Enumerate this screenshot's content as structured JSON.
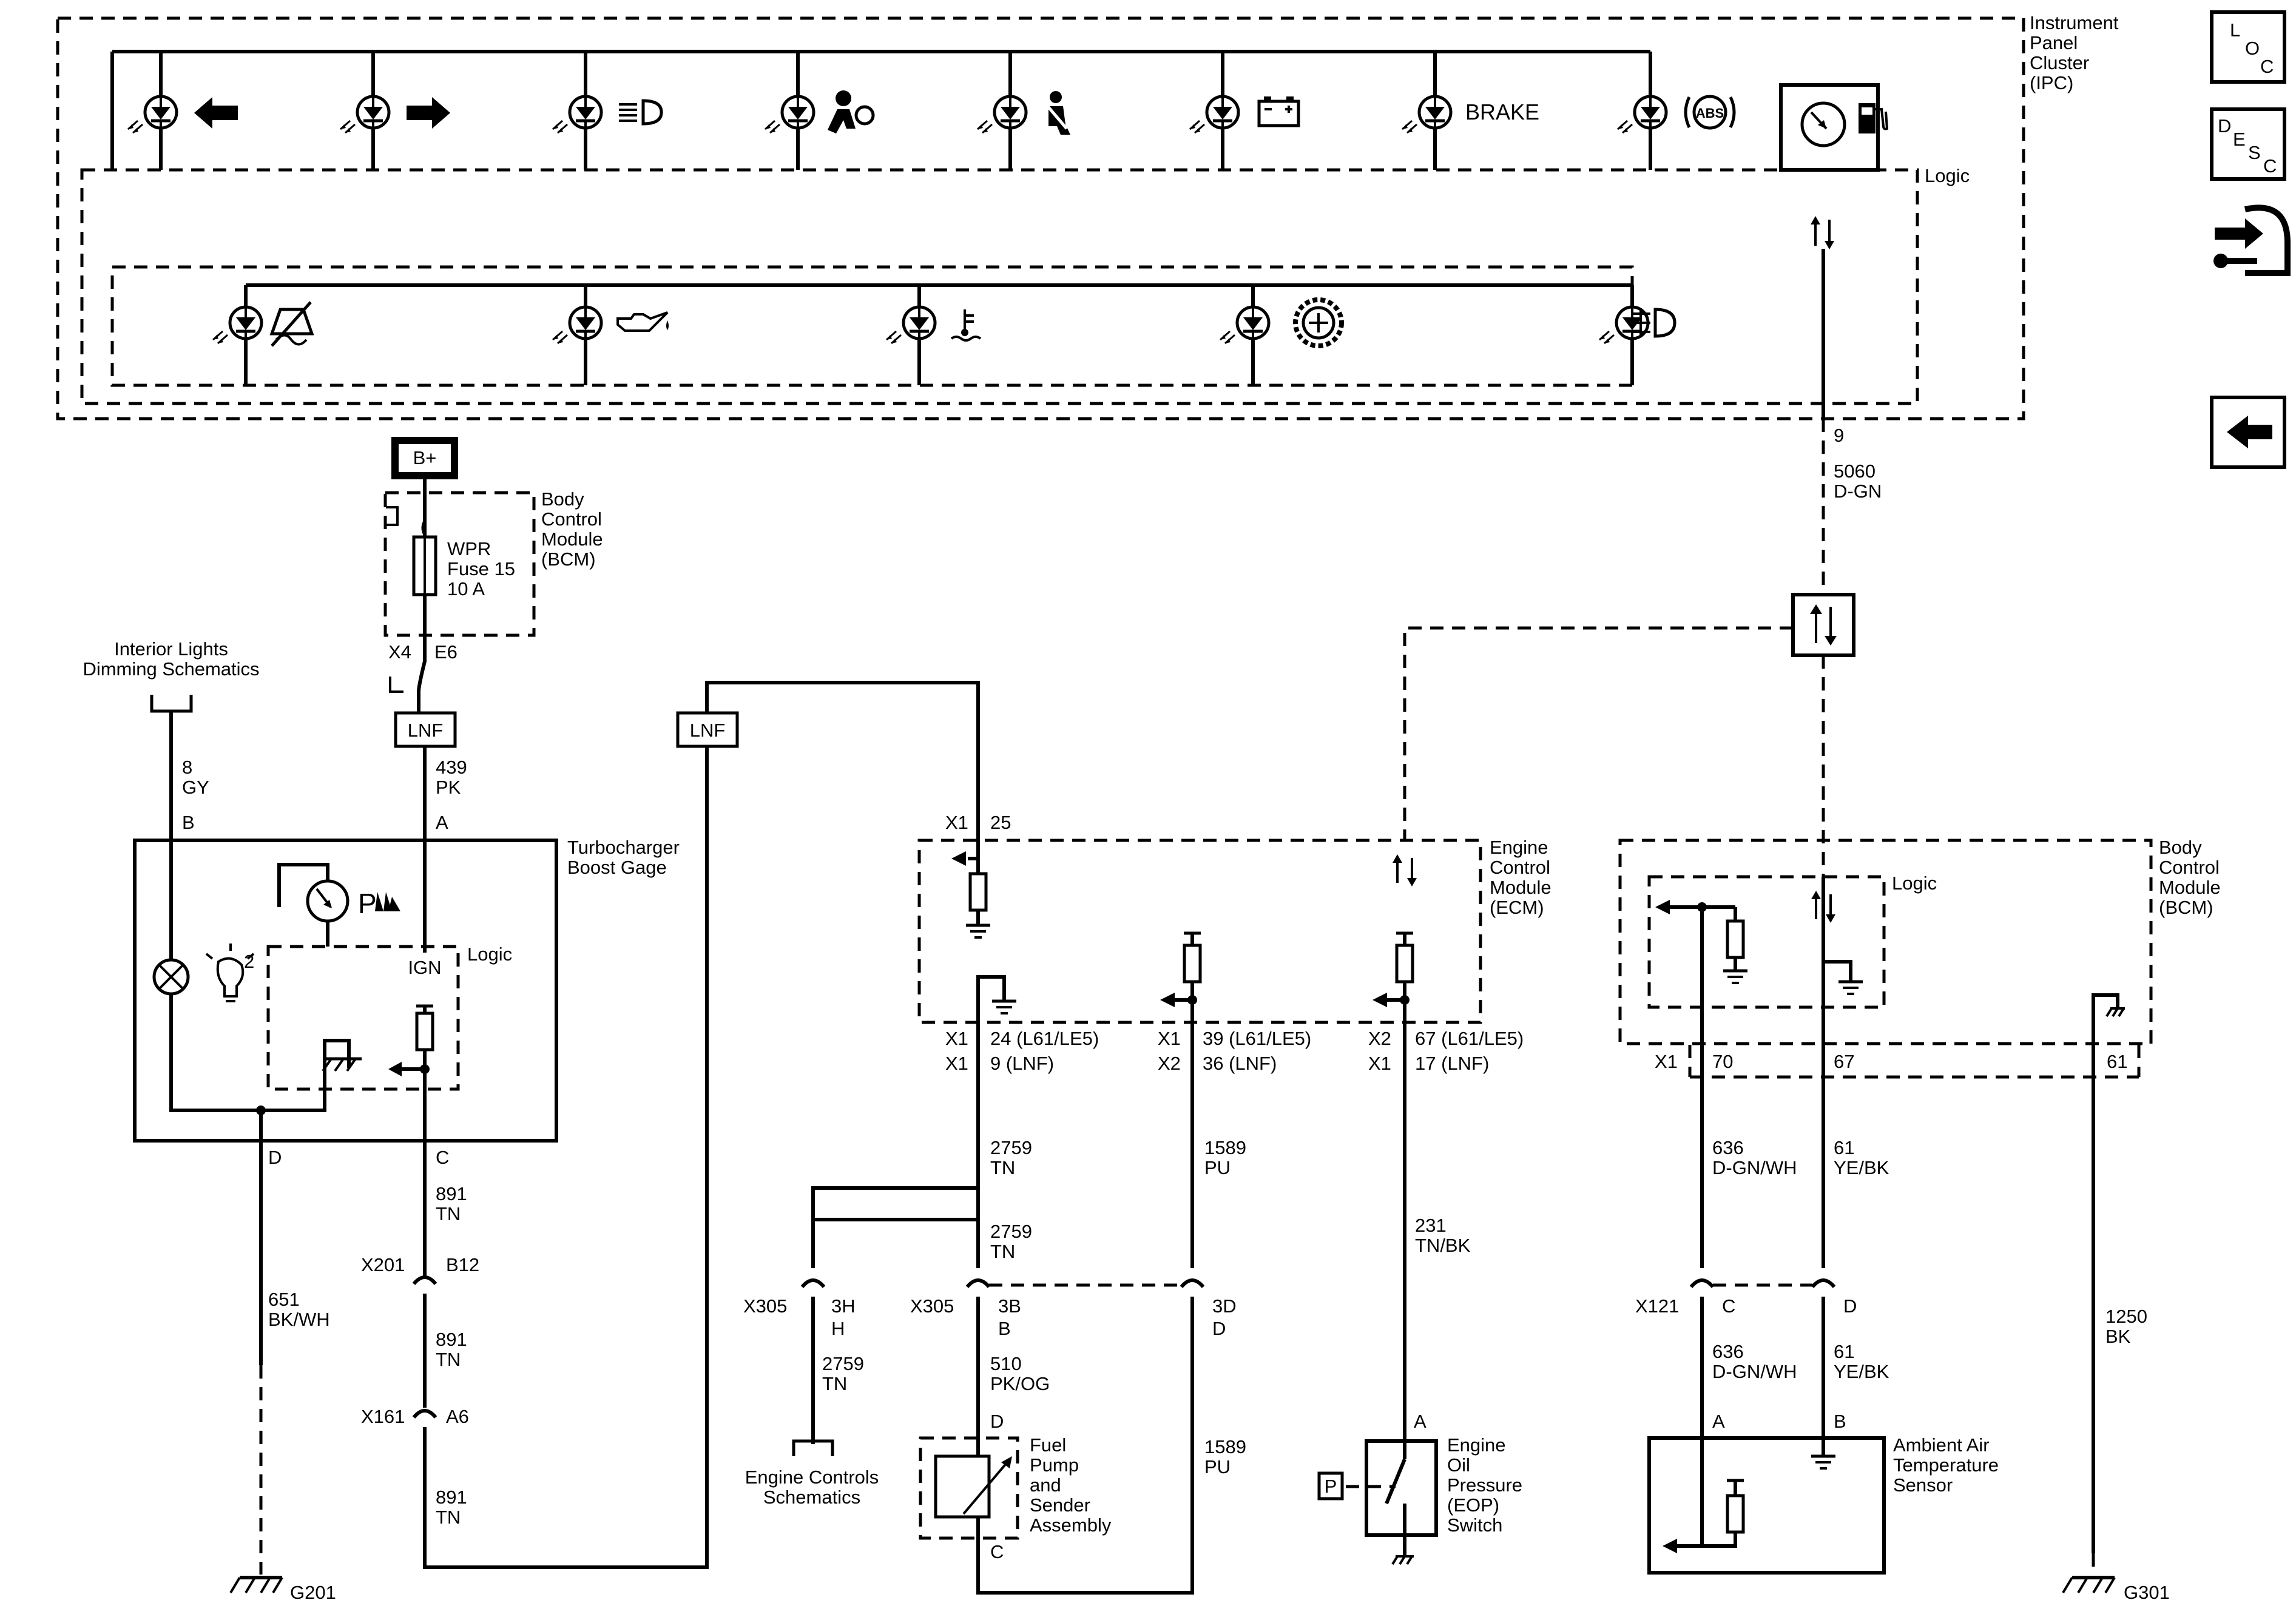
{
  "ipc": {
    "name": [
      "Instrument",
      "Panel",
      "Cluster",
      "(IPC)"
    ],
    "logic": "Logic",
    "brake": "BRAKE",
    "abs": "ABS",
    "pin": "9",
    "circuit": "5060",
    "color": "D-GN"
  },
  "nav": {
    "loc": [
      "L",
      "O",
      "C"
    ],
    "desc": [
      "D",
      "E",
      "S",
      "C"
    ]
  },
  "power": {
    "b_plus": "B+"
  },
  "bcm_fuse": {
    "name": [
      "Body",
      "Control",
      "Module",
      "(BCM)"
    ],
    "fuse": [
      "WPR",
      "Fuse 15",
      "10 A"
    ],
    "conn": "X4",
    "pin": "E6"
  },
  "lnf_tag": "LNF",
  "dimming": {
    "text": [
      "Interior Lights",
      "Dimming Schematics"
    ],
    "circuit": "8",
    "color": "GY"
  },
  "boost_gage": {
    "name": [
      "Turbocharger",
      "Boost Gage"
    ],
    "logic": "Logic",
    "ign": "IGN",
    "pin_b": "B",
    "pin_a": "A",
    "pin_d": "D",
    "pin_c": "C",
    "lamp_num": "2",
    "p_symbol": "P",
    "wire_a": "439",
    "wire_a_color": "PK",
    "wire_c": "891",
    "wire_c_color": "TN",
    "wire_d": "651",
    "wire_d_color": "BK/WH",
    "x201": "X201",
    "b12": "B12",
    "x161": "X161",
    "a6": "A6",
    "ground": "G201"
  },
  "ecm": {
    "name": [
      "Engine",
      "Control",
      "Module",
      "(ECM)"
    ],
    "x1_top": "X1",
    "pin25": "25",
    "row1": [
      "X1",
      "24 (L61/LE5)",
      "X1",
      "39 (L61/LE5)",
      "X2",
      "67 (L61/LE5)"
    ],
    "row2": [
      "X1",
      "9 (LNF)",
      "X2",
      "36 (LNF)",
      "X1",
      "17 (LNF)"
    ],
    "w2759": "2759",
    "tn": "TN",
    "w1589": "1589",
    "pu": "PU",
    "w231": "231",
    "tnbk": "TN/BK"
  },
  "x305": {
    "conn": "X305",
    "pin3h": "3H",
    "h": "H",
    "pin3b": "3B",
    "b": "B",
    "pin3d": "3D",
    "d": "D",
    "ec_text": [
      "Engine Controls",
      "Schematics"
    ],
    "w510": "510",
    "pkog": "PK/OG"
  },
  "fuel": {
    "name": [
      "Fuel",
      "Pump",
      "and",
      "Sender",
      "Assembly"
    ],
    "pin_d": "D",
    "pin_c": "C"
  },
  "eop": {
    "name": [
      "Engine",
      "Oil",
      "Pressure",
      "(EOP)",
      "Switch"
    ],
    "pin_a": "A",
    "p": "P"
  },
  "bcm_right": {
    "name": [
      "Body",
      "Control",
      "Module",
      "(BCM)"
    ],
    "logic": "Logic",
    "x1": "X1",
    "p70": "70",
    "p67": "67",
    "p61": "61",
    "w636": "636",
    "dgnwh": "D-GN/WH",
    "w61": "61",
    "yebk": "YE/BK",
    "w1250": "1250",
    "bk": "BK",
    "x121": "X121",
    "c": "C",
    "d": "D",
    "ground": "G301"
  },
  "aat": {
    "name": [
      "Ambient Air",
      "Temperature",
      "Sensor"
    ],
    "a": "A",
    "b": "B"
  }
}
